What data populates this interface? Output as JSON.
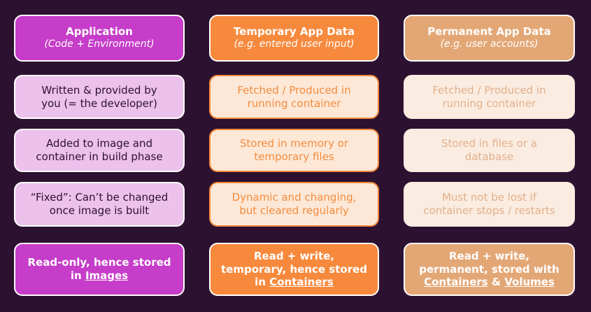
{
  "columns": [
    {
      "header": {
        "title": "Application",
        "subtitle": "(Code + Environment)"
      },
      "rows": [
        [
          "Written & provided by",
          "you (= the developer)"
        ],
        [
          "Added to image and",
          "container in build phase"
        ],
        [
          "“Fixed”: Can’t be changed",
          "once image is built"
        ]
      ],
      "footer": {
        "line1": "Read-only, hence stored",
        "line2_prefix": "in ",
        "highlight1": "Images"
      }
    },
    {
      "header": {
        "title": "Temporary App Data",
        "subtitle": "(e.g. entered user input)"
      },
      "rows": [
        [
          "Fetched / Produced in",
          "running container"
        ],
        [
          "Stored in memory or",
          "temporary files"
        ],
        [
          "Dynamic and changing,",
          "but cleared regularly"
        ]
      ],
      "footer": {
        "line1": "Read + write,",
        "line2": "temporary, hence stored",
        "line3_prefix": "in ",
        "highlight1": "Containers"
      }
    },
    {
      "header": {
        "title": "Permanent App Data",
        "subtitle": "(e.g. user accounts)"
      },
      "rows": [
        [
          "Fetched / Produced in",
          "running container"
        ],
        [
          "Stored in files or a",
          "database"
        ],
        [
          "Must not be lost if",
          "container stops / restarts"
        ]
      ],
      "footer": {
        "line1": "Read + write,",
        "line2": "permanent, stored with",
        "highlight1": "Containers",
        "joiner": " & ",
        "highlight2": "Volumes"
      }
    }
  ],
  "colors": {
    "background": "#2d1131",
    "application": "#c53dc8",
    "application_light": "#ecc1ec",
    "temporary": "#f7893d",
    "temporary_light": "#fde8d7",
    "permanent": "#e3a776",
    "permanent_light": "#fbece1"
  }
}
